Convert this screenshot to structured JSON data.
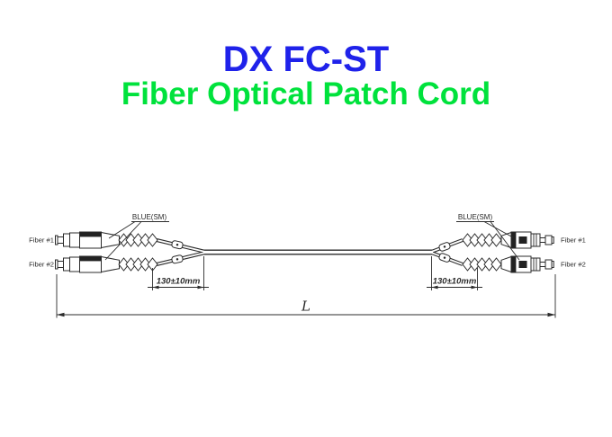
{
  "title": {
    "main": "DX FC-ST",
    "sub": "Fiber Optical Patch Cord",
    "main_color": "#1f22ea",
    "sub_color": "#00e23c"
  },
  "diagram": {
    "left": {
      "fiber1": "Fiber #1",
      "fiber2": "Fiber #2",
      "boot_label": "BLUE(SM)",
      "breakout_dim": "130±10mm"
    },
    "right": {
      "fiber1": "Fiber #1",
      "fiber2": "Fiber #2",
      "boot_label": "BLUE(SM)",
      "breakout_dim": "130±10mm"
    },
    "length_label": "L",
    "line_color": "#2b2b2b"
  }
}
